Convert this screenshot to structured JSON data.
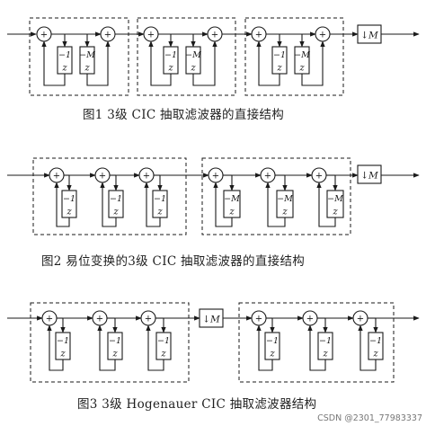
{
  "figures": [
    {
      "caption": "图1   3级 CIC 抽取滤波器的直接结构",
      "groups": [
        {
          "type": "integrator-comb",
          "integrator": {
            "delay_top": "−1",
            "delay_bottom": "z"
          },
          "comb": {
            "delay_top": "−M",
            "delay_bottom": "z"
          }
        },
        {
          "type": "integrator-comb",
          "integrator": {
            "delay_top": "−1",
            "delay_bottom": "z"
          },
          "comb": {
            "delay_top": "−M",
            "delay_bottom": "z"
          }
        },
        {
          "type": "integrator-comb",
          "integrator": {
            "delay_top": "−1",
            "delay_bottom": "z"
          },
          "comb": {
            "delay_top": "−M",
            "delay_bottom": "z"
          }
        }
      ],
      "decimator": "↓M",
      "adder_symbol": "+"
    },
    {
      "caption": "图2   易位变换的3级 CIC 抽取滤波器的直接结构",
      "group_integrators": {
        "count": 3,
        "delay_top": "−1",
        "delay_bottom": "z"
      },
      "group_combs": {
        "count": 3,
        "delay_top": "−M",
        "delay_bottom": "z"
      },
      "decimator": "↓M",
      "adder_symbol": "+"
    },
    {
      "caption": "图3   3级 Hogenauer CIC 抽取滤波器结构",
      "group_integrators": {
        "count": 3,
        "delay_top": "−1",
        "delay_bottom": "z"
      },
      "group_combs": {
        "count": 3,
        "delay_top": "−1",
        "delay_bottom": "z"
      },
      "decimator": "↓M",
      "adder_symbol": "+"
    }
  ],
  "watermark": "CSDN @2301_77983337"
}
